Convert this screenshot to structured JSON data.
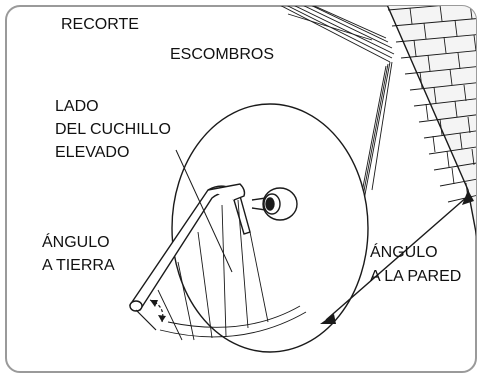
{
  "labels": {
    "recorte": "RECORTE",
    "escombros": "ESCOMBROS",
    "lado_line1": "LADO",
    "lado_line2": "DEL CUCHILLO",
    "lado_line3": "ELEVADO",
    "angulo_tierra_line1": "ÁNGULO",
    "angulo_tierra_line2": "A TIERRA",
    "angulo_pared_line1": "ÁNGULO",
    "angulo_pared_line2": "A LA PARED"
  },
  "colors": {
    "line": "#1a1a1a",
    "brick_fill": "#f4f4f4",
    "panel_stroke": "#9a9a9a"
  }
}
